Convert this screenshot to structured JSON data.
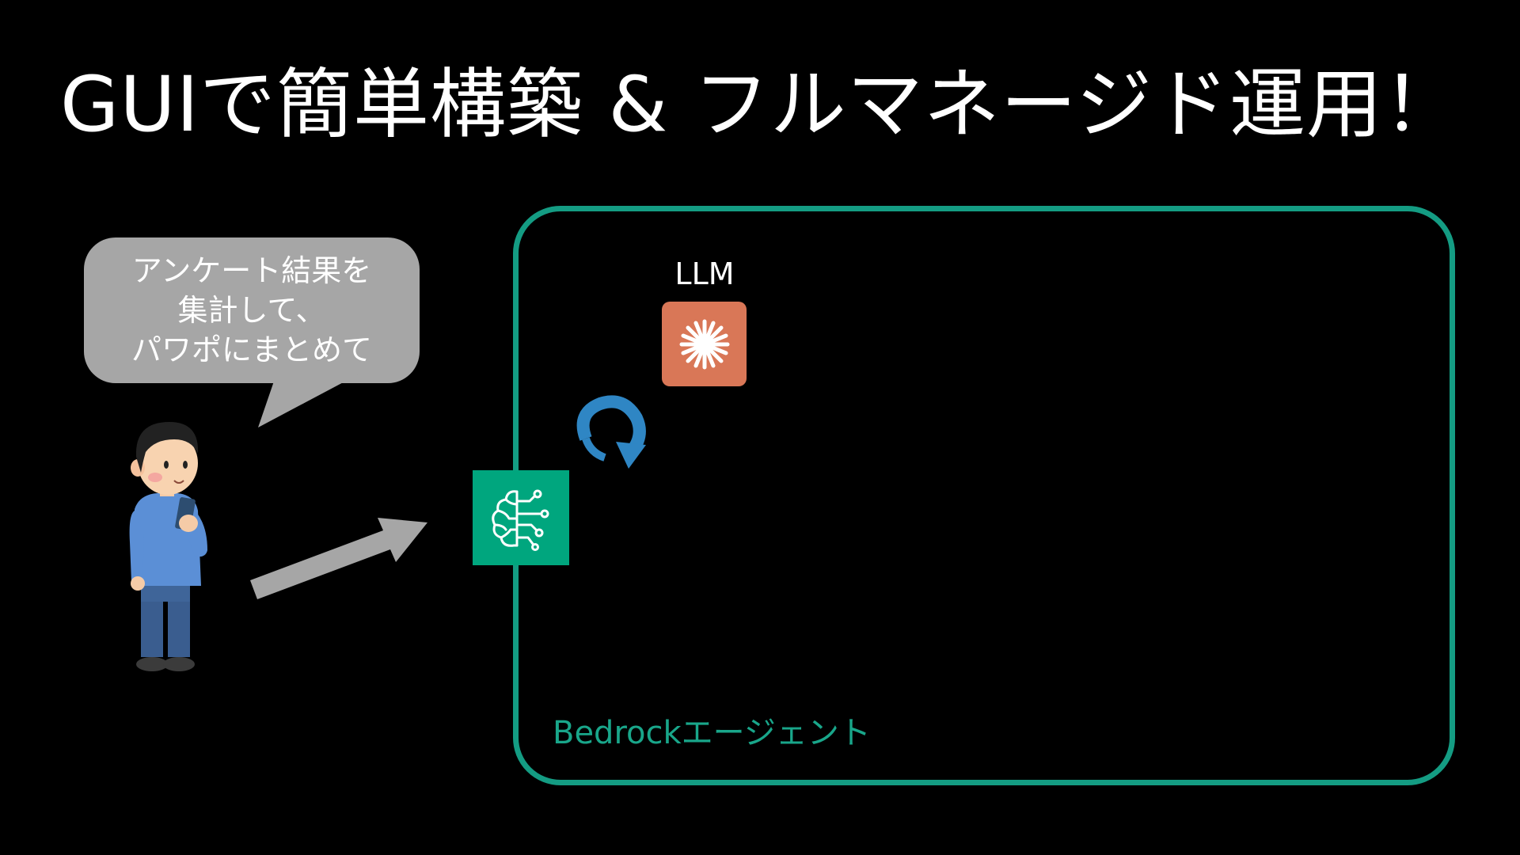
{
  "slide": {
    "title": "GUIで簡単構築 & フルマネージド運用！"
  },
  "speech_bubble": {
    "lines": [
      "アンケート結果を",
      "集計して、",
      "パワポにまとめて"
    ]
  },
  "agent": {
    "label": "Bedrockエージェント",
    "border_color": "#149c83",
    "icon": "bedrock-brain-icon",
    "icon_bg": "#00a67e"
  },
  "llm": {
    "label": "LLM",
    "icon": "llm-sparkle-icon",
    "icon_bg": "#d97757"
  },
  "icons": {
    "user": "user-person-icon",
    "request_arrow": "request-arrow-icon",
    "cycle": "cycle-arrow-icon"
  }
}
